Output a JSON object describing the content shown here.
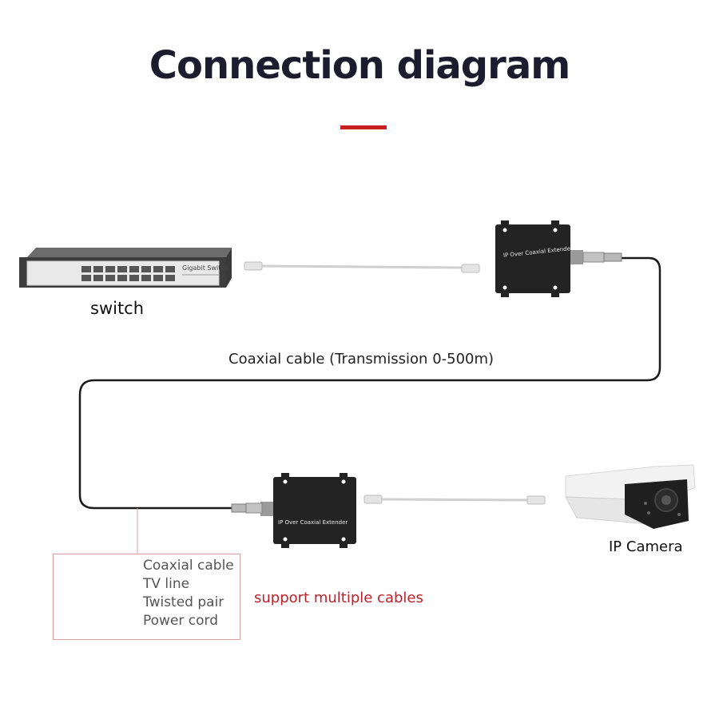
{
  "title": "Connection diagram",
  "labels": {
    "switch": "switch",
    "cable": "Coaxial cable (Transmission 0-500m)",
    "camera": "IP Camera",
    "support": "support multiple cables"
  },
  "devices": {
    "switch_brand": "Gigabit Switch",
    "extender_top": "IP Over Coaxial Extender",
    "extender_bottom": "IP Over Coaxial Extender"
  },
  "legend": [
    "Coaxial cable",
    "TV line",
    "Twisted pair",
    "Power cord"
  ],
  "colors": {
    "accent": "#c8201f",
    "title": "#1c1c2e",
    "device": "#1f1f1f",
    "cable": "#1a1a1a"
  }
}
